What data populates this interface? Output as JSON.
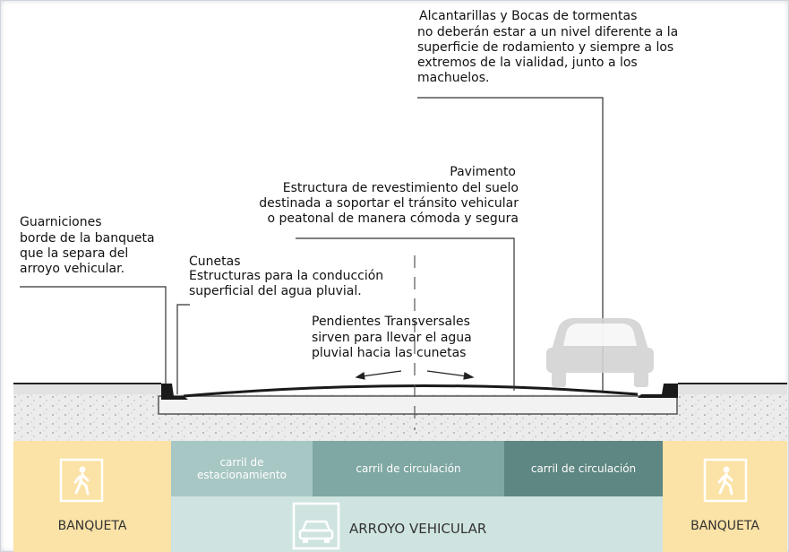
{
  "annotations": {
    "alcantarillas": {
      "title": "Alcantarillas y Bocas de tormentas",
      "body": "no deberán estar a un nivel diferente a la\nsuperficie de rodamiento y siempre a los\nextremos de la vialidad, junto a los\nmachuelos."
    },
    "pavimento": {
      "title": "Pavimento",
      "body": "Estructura de revestimiento del suelo\ndestinada a soportar el tránsito vehicular\no peatonal de manera cómoda y segura"
    },
    "guarniciones": {
      "title": "Guarniciones",
      "body": "borde de la banqueta\nque la separa del\narroyo vehicular."
    },
    "cunetas": {
      "title": "Cunetas",
      "body": "Estructuras para la conducción\nsuperficial del agua pluvial."
    },
    "pendientes": {
      "title": "Pendientes Transversales",
      "body": "sirven para llevar el agua\npluvial hacia las cunetas"
    }
  },
  "zones": {
    "left_sidewalk": "BANQUETA",
    "right_sidewalk": "BANQUETA",
    "roadway": "ARROYO VEHICULAR",
    "parking_lane": "carril de\nestacionamiento",
    "lane_1": "carril de circulación",
    "lane_2": "carril de circulación"
  },
  "icons": {
    "pedestrian": "pedestrian-icon",
    "car": "car-icon"
  },
  "colors": {
    "sidewalk": "#fbe2a6",
    "roadway_light": "#cfe4e0",
    "parking": "#a7c7c4",
    "lane_1": "#7fa7a3",
    "lane_2": "#5e8682",
    "pavement": "#1a1a1a",
    "ground": "#ececec"
  }
}
